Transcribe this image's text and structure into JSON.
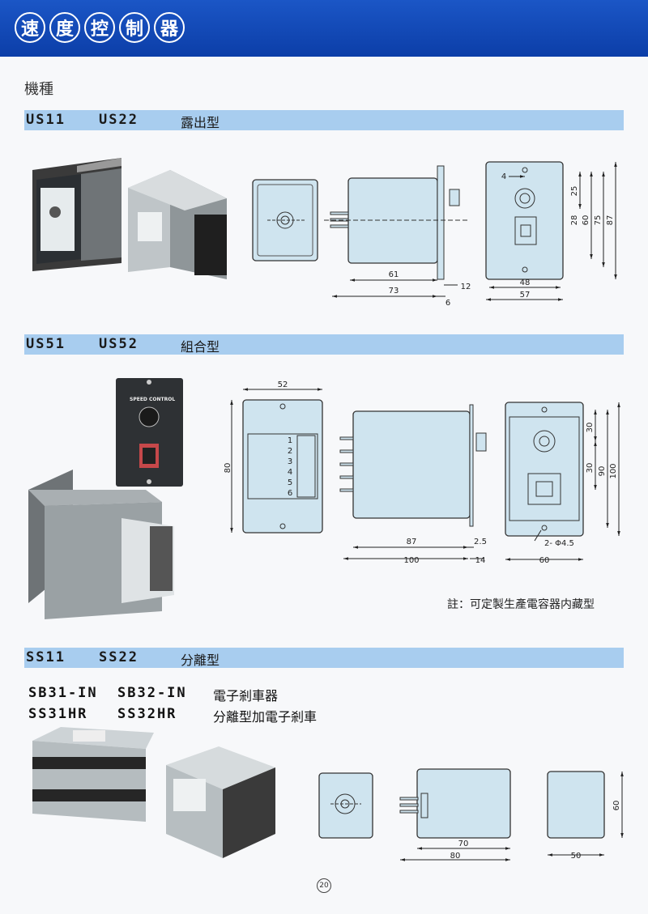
{
  "banner": {
    "title_chars": [
      "速",
      "度",
      "控",
      "制",
      "器"
    ]
  },
  "heading": "機種",
  "sections": [
    {
      "models": [
        "US11",
        "US22"
      ],
      "type": "露出型"
    },
    {
      "models": [
        "US51",
        "US52"
      ],
      "type": "組合型"
    },
    {
      "models": [
        "SS11",
        "SS22"
      ],
      "type": "分離型"
    }
  ],
  "sub_models": [
    {
      "a": "SB31-IN",
      "b": "SB32-IN",
      "desc": "電子剎車器"
    },
    {
      "a": "SS31HR",
      "b": "SS32HR",
      "desc": "分離型加電子剎車"
    }
  ],
  "note": "註：可定製生產電容器内藏型",
  "photo_label": "SPEED CONTROL",
  "dims": {
    "us11": {
      "d61": "61",
      "d73": "73",
      "d6": "6",
      "d12": "12",
      "d4": "4",
      "d25": "25",
      "d28": "28",
      "d60": "60",
      "d75": "75",
      "d87": "87",
      "d48": "48",
      "d57": "57"
    },
    "us51": {
      "d52": "52",
      "d80": "80",
      "terminals": [
        "1",
        "2",
        "3",
        "4",
        "5",
        "6"
      ],
      "d87": "87",
      "d100": "100",
      "d2_5": "2.5",
      "d14": "14",
      "d30a": "30",
      "d30b": "30",
      "d90": "90",
      "d100v": "100",
      "hole": "2- Φ4.5",
      "d60": "60"
    },
    "ss11": {
      "d70": "70",
      "d80": "80",
      "d50": "50",
      "d60": "60"
    }
  },
  "page_number": "20",
  "colors": {
    "banner": "#1b56c6",
    "band": "#a8cdef",
    "panel": "#cfe4ef"
  }
}
